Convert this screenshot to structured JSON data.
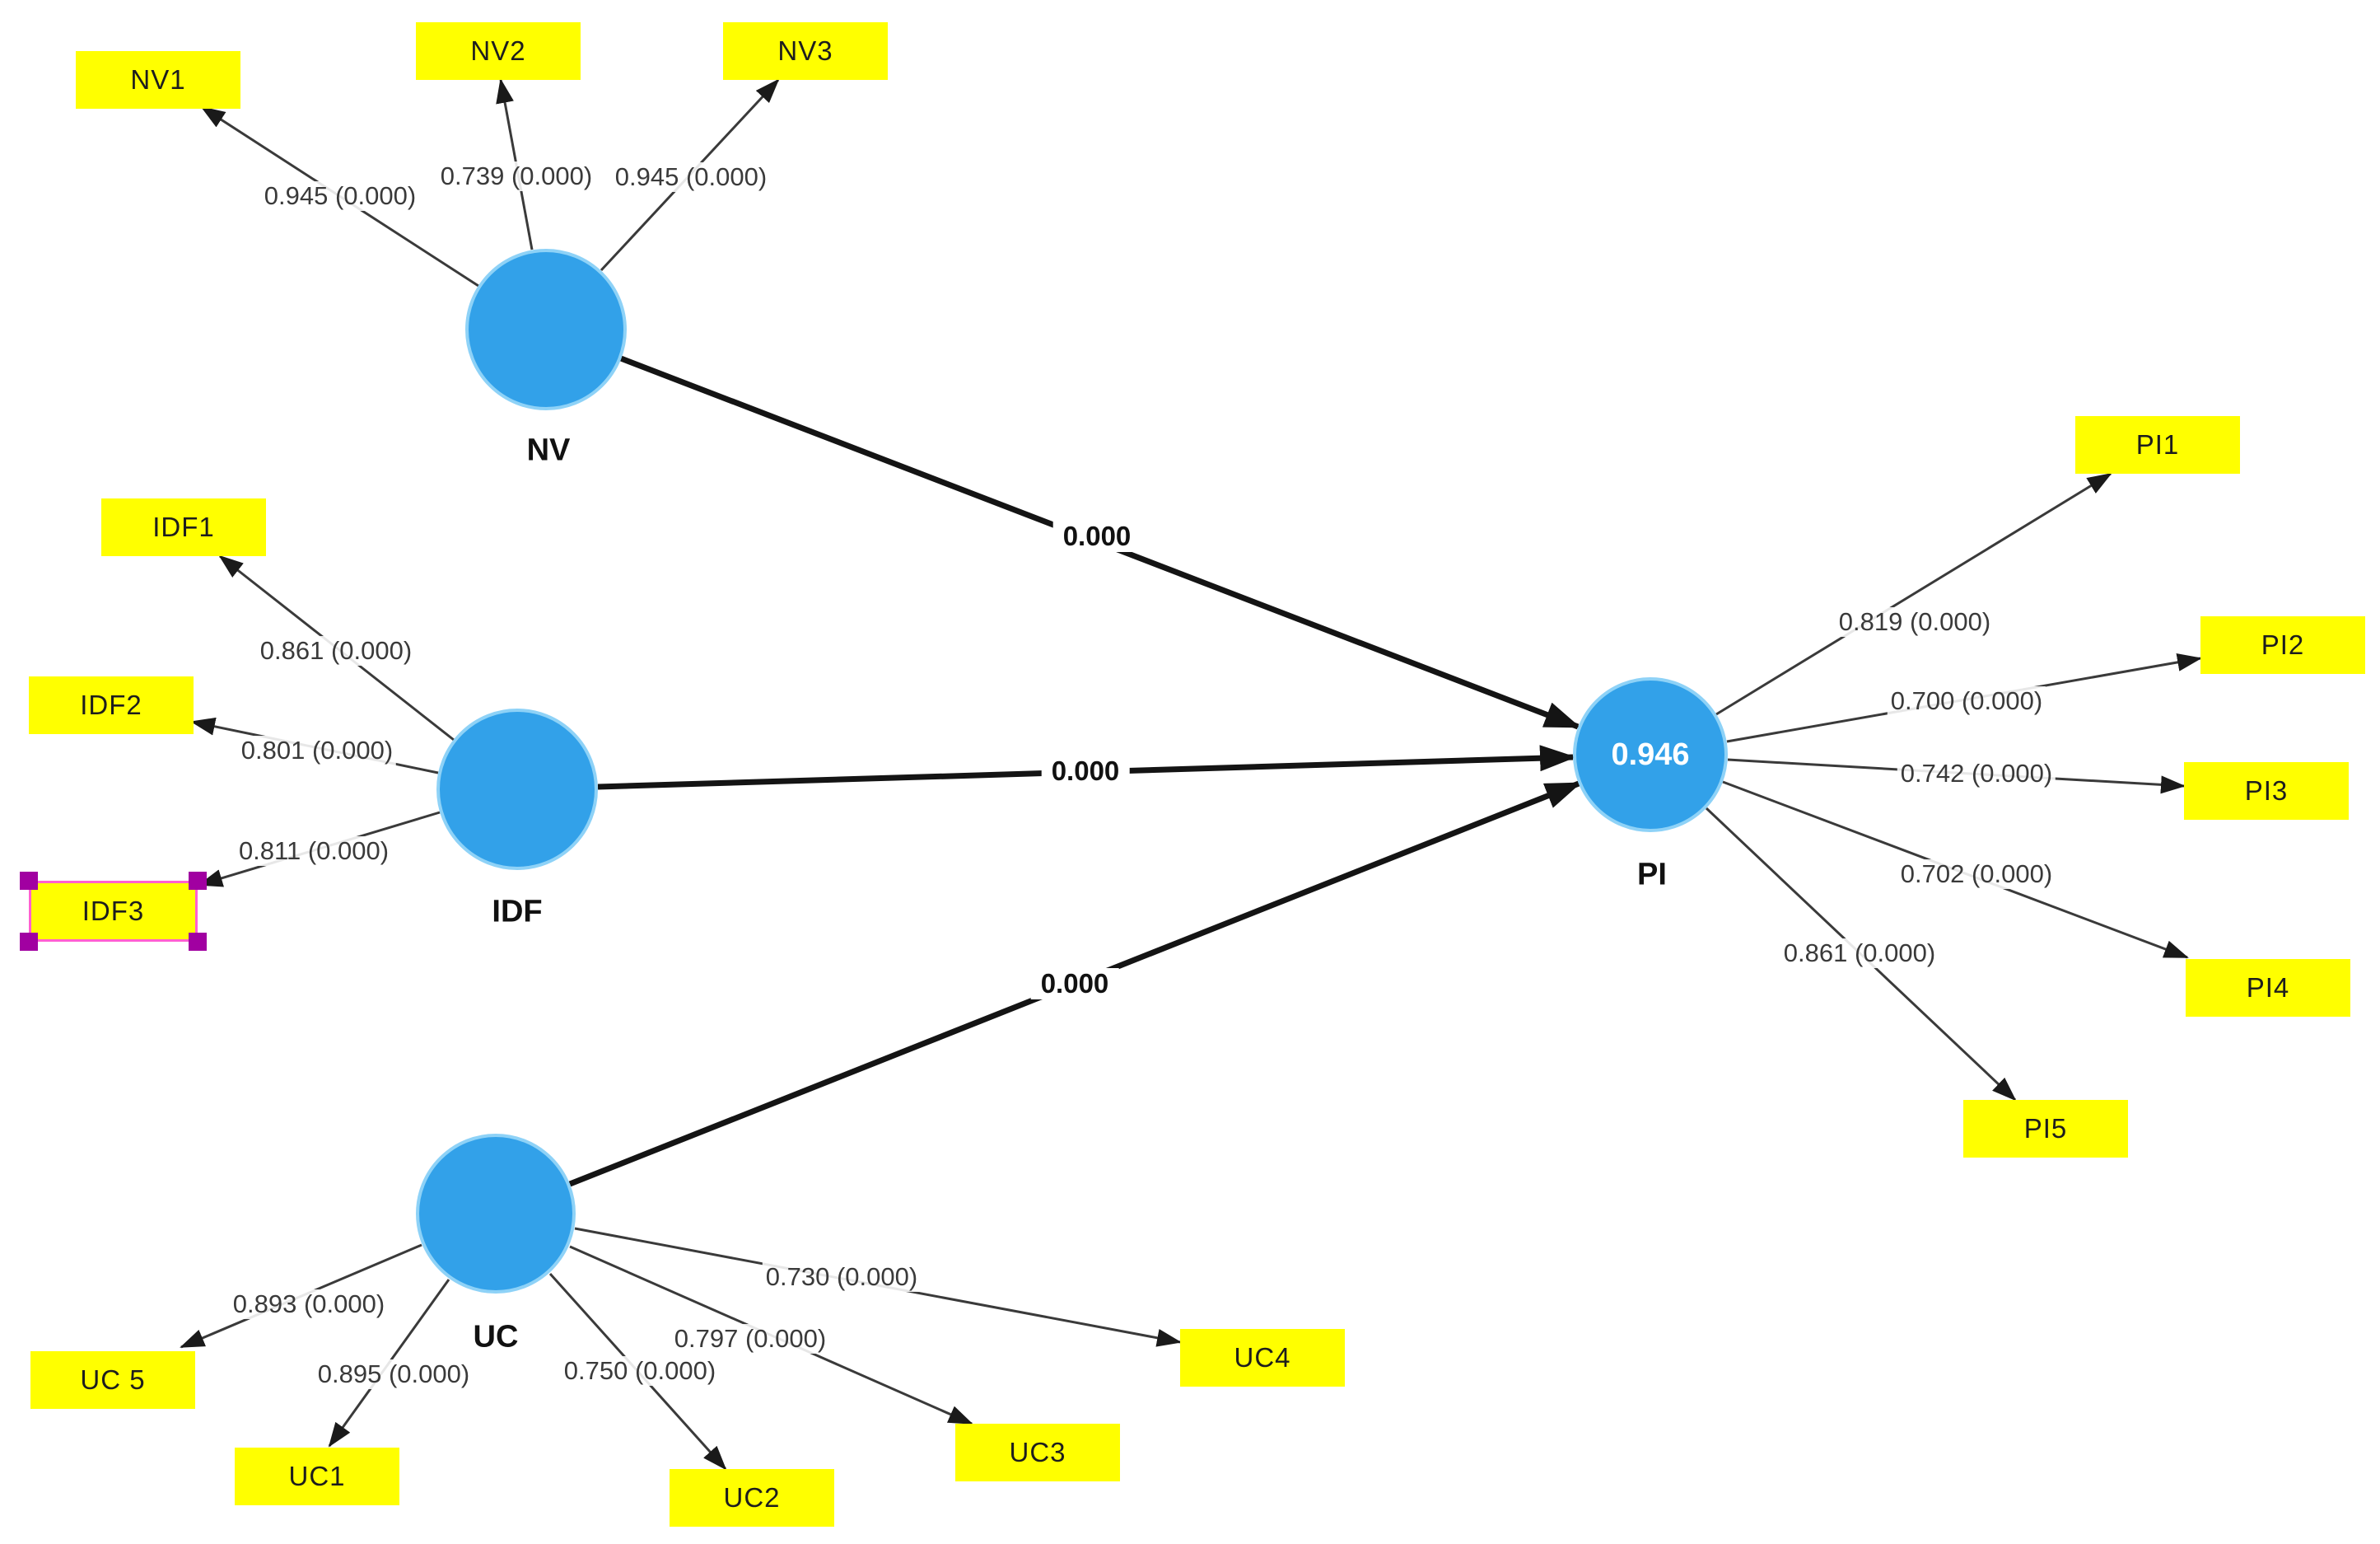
{
  "diagram": {
    "constructs": {
      "nv": {
        "label": "NV"
      },
      "idf": {
        "label": "IDF"
      },
      "uc": {
        "label": "UC"
      },
      "pi": {
        "label": "PI",
        "r_squared": "0.946"
      }
    },
    "indicators": {
      "nv1": {
        "label": "NV1",
        "loading": "0.945 (0.000)"
      },
      "nv2": {
        "label": "NV2",
        "loading": "0.739 (0.000)"
      },
      "nv3": {
        "label": "NV3",
        "loading": "0.945 (0.000)"
      },
      "idf1": {
        "label": "IDF1",
        "loading": "0.861 (0.000)"
      },
      "idf2": {
        "label": "IDF2",
        "loading": "0.801 (0.000)"
      },
      "idf3": {
        "label": "IDF3",
        "loading": "0.811 (0.000)"
      },
      "uc5": {
        "label": "UC 5",
        "loading": "0.893 (0.000)"
      },
      "uc1": {
        "label": "UC1",
        "loading": "0.895 (0.000)"
      },
      "uc2": {
        "label": "UC2",
        "loading": "0.750 (0.000)"
      },
      "uc3": {
        "label": "UC3",
        "loading": "0.797 (0.000)"
      },
      "uc4": {
        "label": "UC4",
        "loading": "0.730 (0.000)"
      },
      "pi1": {
        "label": "PI1",
        "loading": "0.819 (0.000)"
      },
      "pi2": {
        "label": "PI2",
        "loading": "0.700 (0.000)"
      },
      "pi3": {
        "label": "PI3",
        "loading": "0.742 (0.000)"
      },
      "pi4": {
        "label": "PI4",
        "loading": "0.702 (0.000)"
      },
      "pi5": {
        "label": "PI5",
        "loading": "0.861 (0.000)"
      }
    },
    "paths": {
      "nv_pi": {
        "label": "0.000"
      },
      "idf_pi": {
        "label": "0.000"
      },
      "uc_pi": {
        "label": "0.000"
      }
    },
    "colors": {
      "construct_fill": "#32a1e9",
      "construct_border": "#8ed2f7",
      "indicator_fill": "#ffff00",
      "selection_border": "#ff5fd1",
      "selection_handle": "#a100a1",
      "thin_arrow": "#3a3a3a",
      "thick_arrow": "#141414",
      "loading_text": "#3a3a3a",
      "path_text": "#111111",
      "r_squared_text": "#ffffff"
    }
  }
}
